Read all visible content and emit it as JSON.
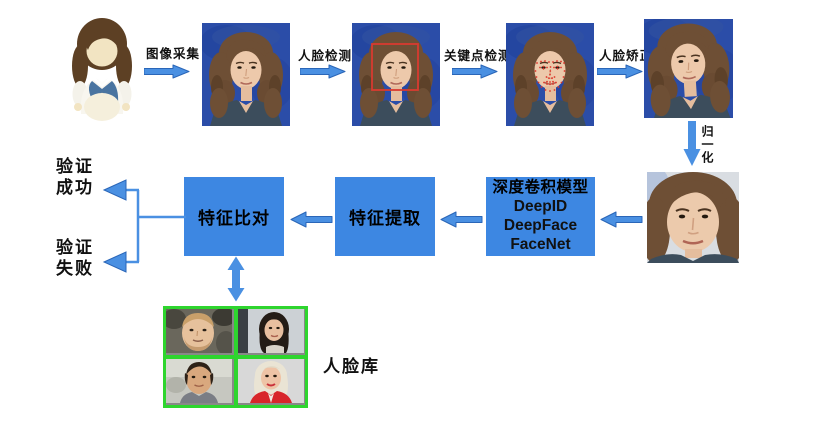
{
  "diagram": {
    "steps": [
      {
        "label": "图像采集"
      },
      {
        "label": "人脸检测"
      },
      {
        "label": "关键点检测"
      },
      {
        "label": "人脸矫正"
      }
    ],
    "normalize_label": "归一化",
    "model_box": {
      "title": "深度卷积模型",
      "models": [
        "DeepID",
        "DeepFace",
        "FaceNet"
      ]
    },
    "extract_box_label": "特征提取",
    "compare_box_label": "特征比对",
    "outcome_success": {
      "line1": "验证",
      "line2": "成功"
    },
    "outcome_failure": {
      "line1": "验证",
      "line2": "失败"
    },
    "database_label": "人脸库"
  },
  "colors": {
    "box_blue": "#3D87E2",
    "arrow_blue": "#4A90E2",
    "arrow_outline": "#2A66B8",
    "database_border_green": "#2ED52E",
    "detection_red": "#D93A30",
    "photo_background_blue": "#2B4DA8"
  }
}
